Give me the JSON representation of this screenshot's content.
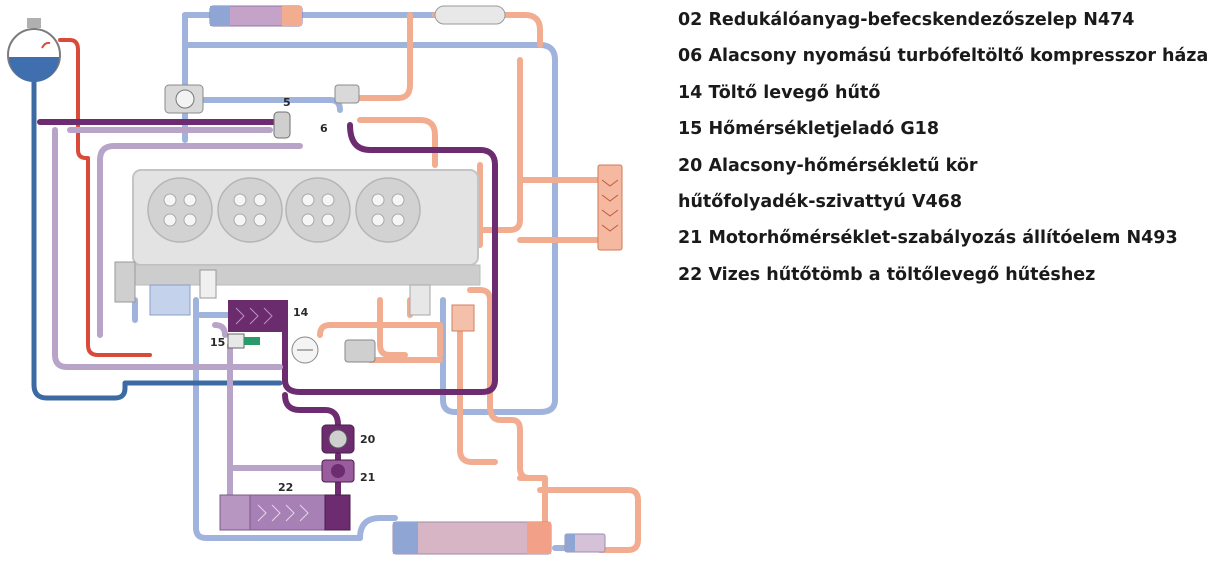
{
  "colors": {
    "cold_blue": "#8fa6d4",
    "dark_blue": "#3c6aa2",
    "salmon": "#f0a98a",
    "red": "#d23c2e",
    "purple": "#6b2c6e",
    "lilac": "#b7a3c7",
    "engine_grey": "#e4e4e4",
    "label_green": "#2a9a6a"
  },
  "callouts": [
    {
      "id": "5",
      "label": "5"
    },
    {
      "id": "6",
      "label": "6"
    },
    {
      "id": "14",
      "label": "14"
    },
    {
      "id": "15",
      "label": "15"
    },
    {
      "id": "20",
      "label": "20"
    },
    {
      "id": "21",
      "label": "21"
    },
    {
      "id": "22",
      "label": "22"
    }
  ],
  "legend": [
    "02 Redukálóanyag-befecskendezőszelep N474",
    "06 Alacsony nyomású turbófeltöltő kompresszor háza",
    "14 Töltő levegő hűtő",
    "15 Hőmérsékletjeladó G18",
    "20 Alacsony-hőmérsékletű kör",
    "hűtőfolyadék-szivattyú V468",
    "21 Motorhőmérséklet-szabályozás állítóelem N493",
    "22 Vizes hűtőtömb a töltőlevegő hűtéshez"
  ]
}
